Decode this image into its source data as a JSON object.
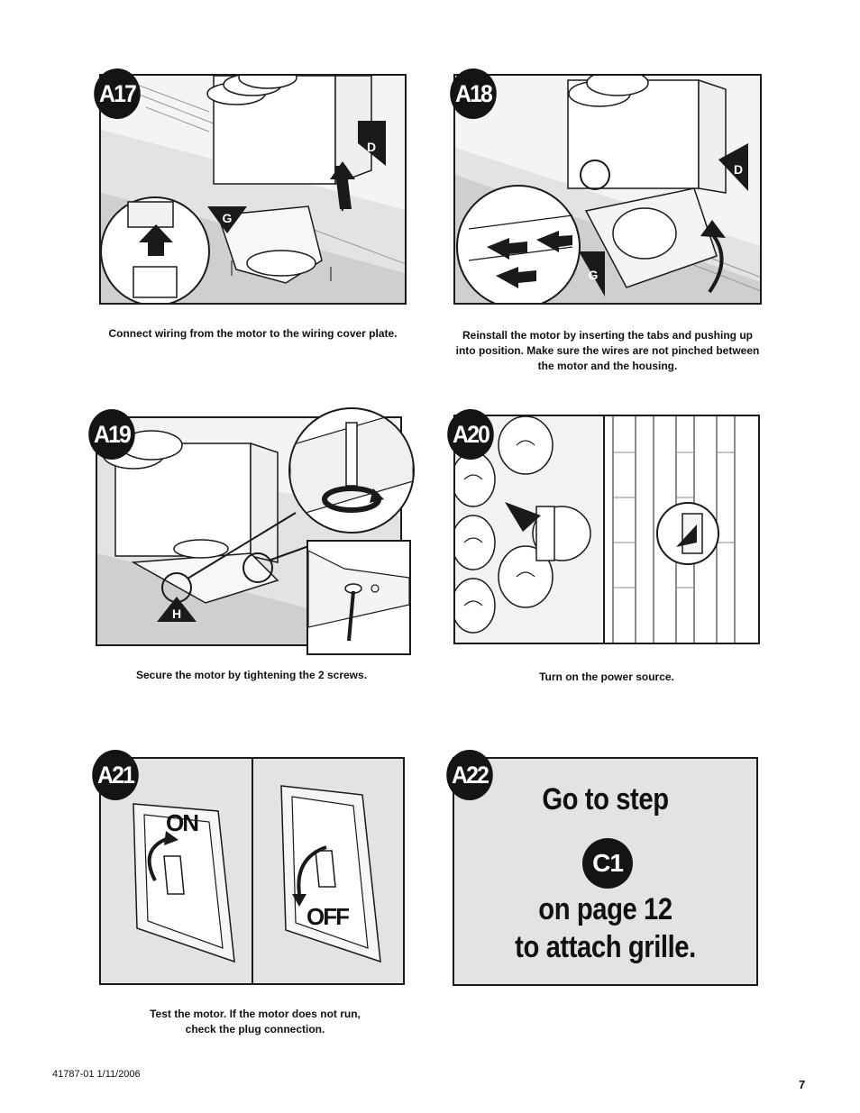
{
  "steps": {
    "a17": {
      "badge": "A17",
      "caption": "Connect wiring from the motor to the wiring cover plate.",
      "labels": [
        "D",
        "G"
      ]
    },
    "a18": {
      "badge": "A18",
      "caption_lines": [
        "Reinstall the motor by inserting the tabs and pushing up",
        "into position. Make sure the wires are not pinched between",
        "the motor and the housing."
      ],
      "labels": [
        "D",
        "G"
      ]
    },
    "a19": {
      "badge": "A19",
      "caption": "Secure the motor by tightening the 2 screws.",
      "labels": [
        "H"
      ]
    },
    "a20": {
      "badge": "A20",
      "caption": "Turn on the power source."
    },
    "a21": {
      "badge": "A21",
      "caption_lines": [
        "Test the motor. If the motor does not run,",
        "check the plug connection."
      ],
      "switch_on": "ON",
      "switch_off": "OFF"
    },
    "a22": {
      "badge": "A22",
      "line1": "Go to step",
      "ref_step": "C1",
      "line2": "on page 12",
      "line3": "to attach grille."
    }
  },
  "footer": {
    "doc_id": "41787-01   1/11/2006",
    "page_number": "7"
  }
}
